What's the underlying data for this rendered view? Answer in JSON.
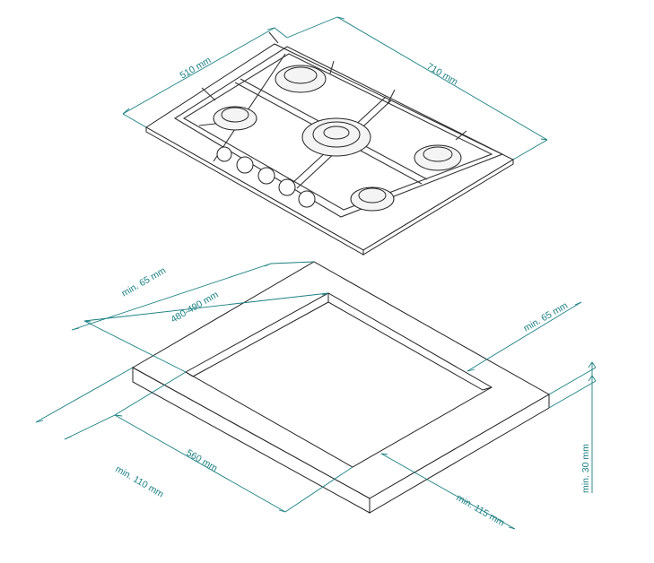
{
  "hob": {
    "width_label": "710 mm",
    "depth_label": "510 mm"
  },
  "cutout": {
    "top_margin_label": "min. 65 mm",
    "cut_depth_label": "480-490 mm",
    "right_margin_label": "min. 65 mm",
    "cut_width_label": "560 mm",
    "left_margin_label": "min. 110 mm",
    "front_margin_label": "min. 115 mm",
    "thickness_label": "min. 30 mm"
  },
  "colors": {
    "dimension": "#1a7f82",
    "line": "#222222"
  }
}
